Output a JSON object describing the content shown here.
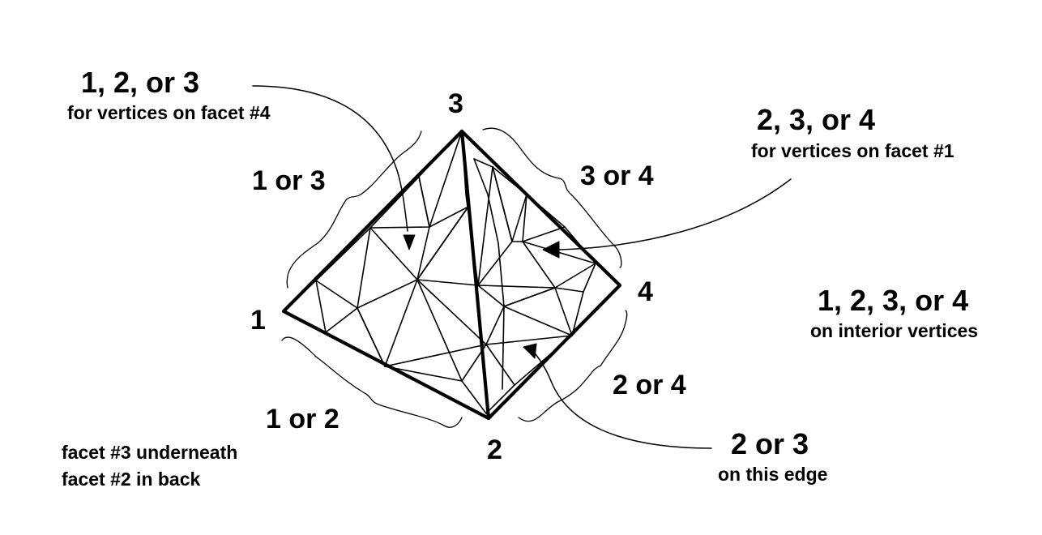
{
  "vertex_labels": {
    "v1": "1",
    "v2": "2",
    "v3": "3",
    "v4": "4"
  },
  "edge_labels": {
    "e13": "1 or 3",
    "e34": "3 or 4",
    "e12": "1 or 2",
    "e24": "2 or 4"
  },
  "callouts": {
    "facet4": {
      "title": "1, 2, or 3",
      "subtitle": "for vertices on facet #4"
    },
    "facet1": {
      "title": "2, 3, or 4",
      "subtitle": "for vertices on facet #1"
    },
    "interior": {
      "title": "1, 2, 3, or 4",
      "subtitle": "on interior vertices"
    },
    "edge23": {
      "title": "2 or 3",
      "subtitle": "on this edge"
    }
  },
  "notes": [
    "facet #3 underneath",
    "facet #2 in back"
  ]
}
